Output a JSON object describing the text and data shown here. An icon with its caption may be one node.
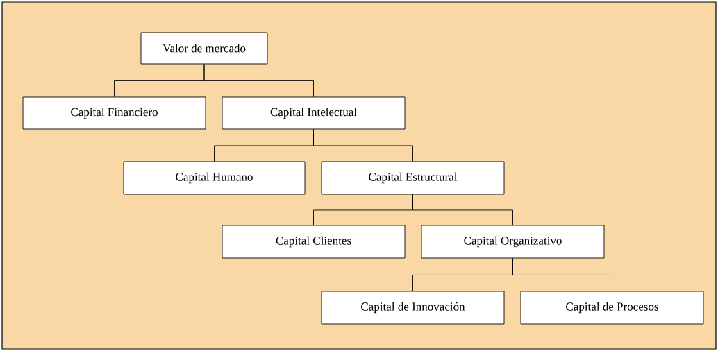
{
  "diagram": {
    "nodes": [
      {
        "text": [
          "Valor de mercado"
        ]
      },
      {
        "text": [
          "Capital Financiero"
        ]
      },
      {
        "text": [
          "Capital Intelectual"
        ]
      },
      {
        "text": [
          "Capital Humano"
        ]
      },
      {
        "text": [
          "Capital Estructural"
        ]
      },
      {
        "text": [
          "Capital Clientes"
        ]
      },
      {
        "text": [
          "Capital Organizativo"
        ]
      },
      {
        "text": [
          "Capital de Innovación"
        ]
      },
      {
        "text": [
          "Capital de Procesos"
        ]
      }
    ],
    "edges": [
      {
        "from": 0,
        "to": 1,
        "arrow": "none"
      },
      {
        "from": 0,
        "to": 2,
        "arrow": "none"
      },
      {
        "from": 2,
        "to": 3,
        "arrow": "none"
      },
      {
        "from": 2,
        "to": 4,
        "arrow": "none"
      },
      {
        "from": 4,
        "to": 5,
        "arrow": "none"
      },
      {
        "from": 4,
        "to": 6,
        "arrow": "none"
      },
      {
        "from": 6,
        "to": 7,
        "arrow": "none"
      },
      {
        "from": 6,
        "to": 8,
        "arrow": "none"
      }
    ]
  }
}
